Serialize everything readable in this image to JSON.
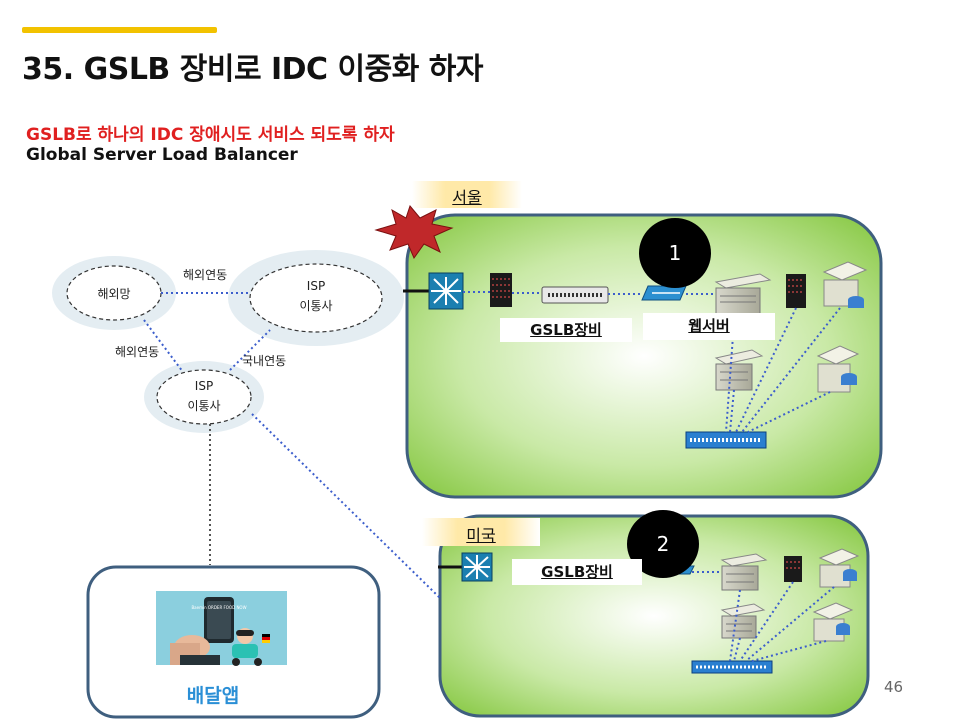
{
  "slide": {
    "title": "35. GSLB 장비로 IDC 이중화 하자",
    "subtitle": "GSLB로  하나의 IDC 장애시도 서비스 되도록 하자",
    "subtitle2": "Global Server Load Balancer",
    "page_number": "46"
  },
  "network": {
    "overseas_net": "해외망",
    "isp_top": [
      "ISP",
      "이통사"
    ],
    "isp_bottom": [
      "ISP",
      "이통사"
    ],
    "link_overseas_top": "해외연동",
    "link_overseas_left": "해외연동",
    "link_domestic": "국내연동"
  },
  "seoul": {
    "region": "서울",
    "badge": "1",
    "gslb_label": "GSLB장비",
    "web_label": "웹서버"
  },
  "usa": {
    "region": "미국",
    "badge": "2",
    "gslb_label": "GSLB장비"
  },
  "app": {
    "label": "배달앱",
    "phone_text": "Baemin ORDER FOOD NOW"
  },
  "colors": {
    "accent": "#f2c200",
    "subtitle_red": "#e02020",
    "app_blue": "#2a8fd6",
    "idc_border": "#3f5f7f",
    "idc_green": "#8fcc4f",
    "link_blue": "#3c5ecc",
    "explosion": "#c0282a"
  }
}
